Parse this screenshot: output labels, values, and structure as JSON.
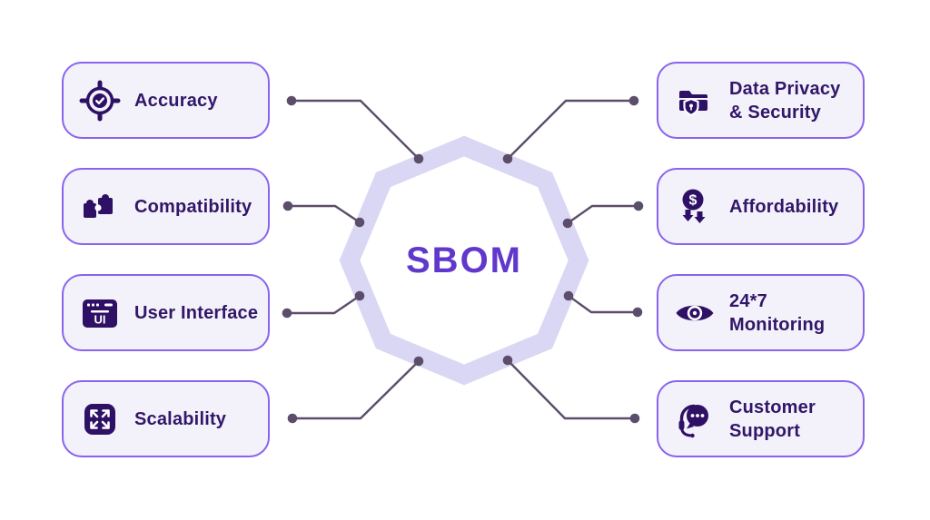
{
  "diagram": {
    "center_label": "SBOM",
    "features_left": [
      {
        "label": "Accuracy",
        "icon": "target-check-icon"
      },
      {
        "label": "Compatibility",
        "icon": "puzzle-icon"
      },
      {
        "label": "User Interface",
        "icon": "browser-ui-icon"
      },
      {
        "label": "Scalability",
        "icon": "expand-arrows-icon"
      }
    ],
    "features_right": [
      {
        "label": "Data Privacy\n& Security",
        "icon": "folder-shield-icon"
      },
      {
        "label": "Affordability",
        "icon": "dollar-badge-icon"
      },
      {
        "label": "24*7\nMonitoring",
        "icon": "eye-icon"
      },
      {
        "label": "Customer\nSupport",
        "icon": "headset-chat-icon"
      }
    ],
    "icon_glyphs": {
      "ui": "UI",
      "dollar": "$"
    },
    "colors": {
      "page_background": "#ffffff",
      "box_background": "#f3f2fb",
      "box_border": "#8a63ee",
      "label_text": "#321668",
      "icon": "#2e1065",
      "center_text": "#6138cc",
      "octagon": "#d9d7f4",
      "connector": "#5c4e6b"
    }
  }
}
